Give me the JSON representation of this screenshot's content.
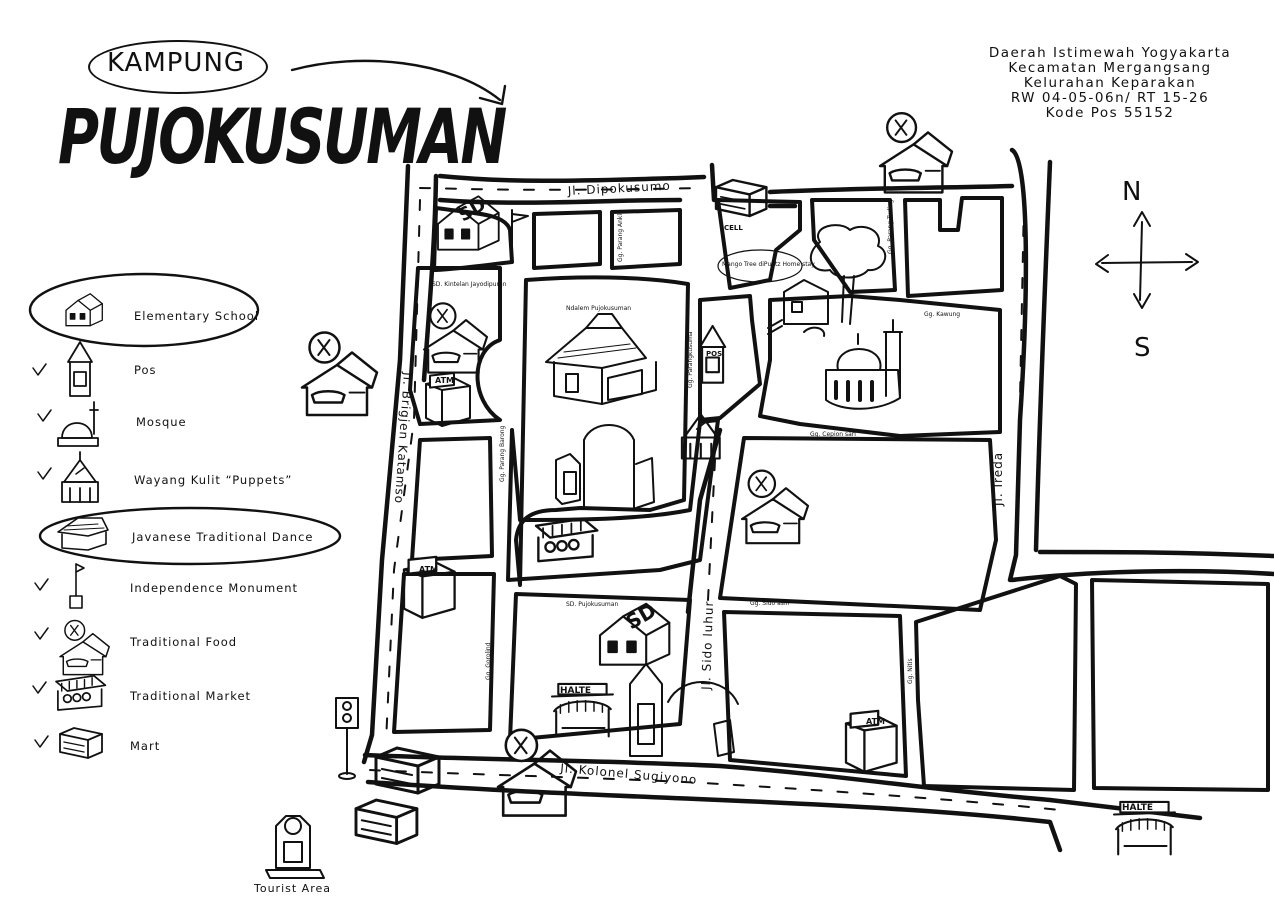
{
  "title": {
    "kampung": "KAMPUNG",
    "main": "PUJOKUSUMAN"
  },
  "address": [
    "Daerah Istimewah Yogyakarta",
    "Kecamatan Mergangsang",
    "Kelurahan Keparakan",
    "RW 04-05-06n/ RT 15-26",
    "Kode Pos 55152"
  ],
  "legend": [
    {
      "label": "Elementary School",
      "icon": "school-icon"
    },
    {
      "label": "Pos",
      "icon": "pos-icon"
    },
    {
      "label": "Mosque",
      "icon": "mosque-icon"
    },
    {
      "label": "Wayang Kulit “Puppets”",
      "icon": "wayang-icon"
    },
    {
      "label": "Javanese Traditional Dance",
      "icon": "pendopo-icon"
    },
    {
      "label": "Independence Monument",
      "icon": "monument-icon"
    },
    {
      "label": "Traditional Food",
      "icon": "food-icon"
    },
    {
      "label": "Traditional Market",
      "icon": "market-icon"
    },
    {
      "label": "Mart",
      "icon": "mart-icon"
    }
  ],
  "streets": {
    "dipokusumo": "Jl. Dipokusumo",
    "katamso": "Jl. Brigjen Katamso",
    "sugiyono": "Jl. Kolonel Sugiyono",
    "ireda": "Jl. Ireda",
    "sido_luhur": "Jl. Sido luhur"
  },
  "small_labels": {
    "sd_kintelan": "SD. Kintelan Jayodipuran",
    "ndalem": "Ndalem Pujokusuman",
    "mango": "Mango Tree diPuntz Home stay",
    "gg_kawung": "Gg. Kawung",
    "gg_cepion": "Gg. Cepion sari",
    "gg_sido_asih": "Gg. Sido asih",
    "sd_pujokusuman": "SD. Pujokusuman",
    "gg_sugihing": "Gg. Gorolind",
    "gg_nitis": "Gg. Nitis",
    "gg_parang_ankle": "Gg. Parang Ankle",
    "gg_parang_ruding": "Gg. Parang Tuding",
    "gg_parang_tenu": "Gg. Parang Barong",
    "gg_parangkusuma": "Gg. Parangkusuma"
  },
  "place_labels": {
    "tourist_area": "Tourist Area"
  },
  "signs": {
    "sd": "SD",
    "atm": "ATM",
    "pos": "POS",
    "cell": "CELL",
    "halte": "HALTE"
  },
  "compass": {
    "n": "N",
    "s": "S"
  },
  "colors": {
    "ink": "#111111",
    "paper": "#ffffff"
  }
}
